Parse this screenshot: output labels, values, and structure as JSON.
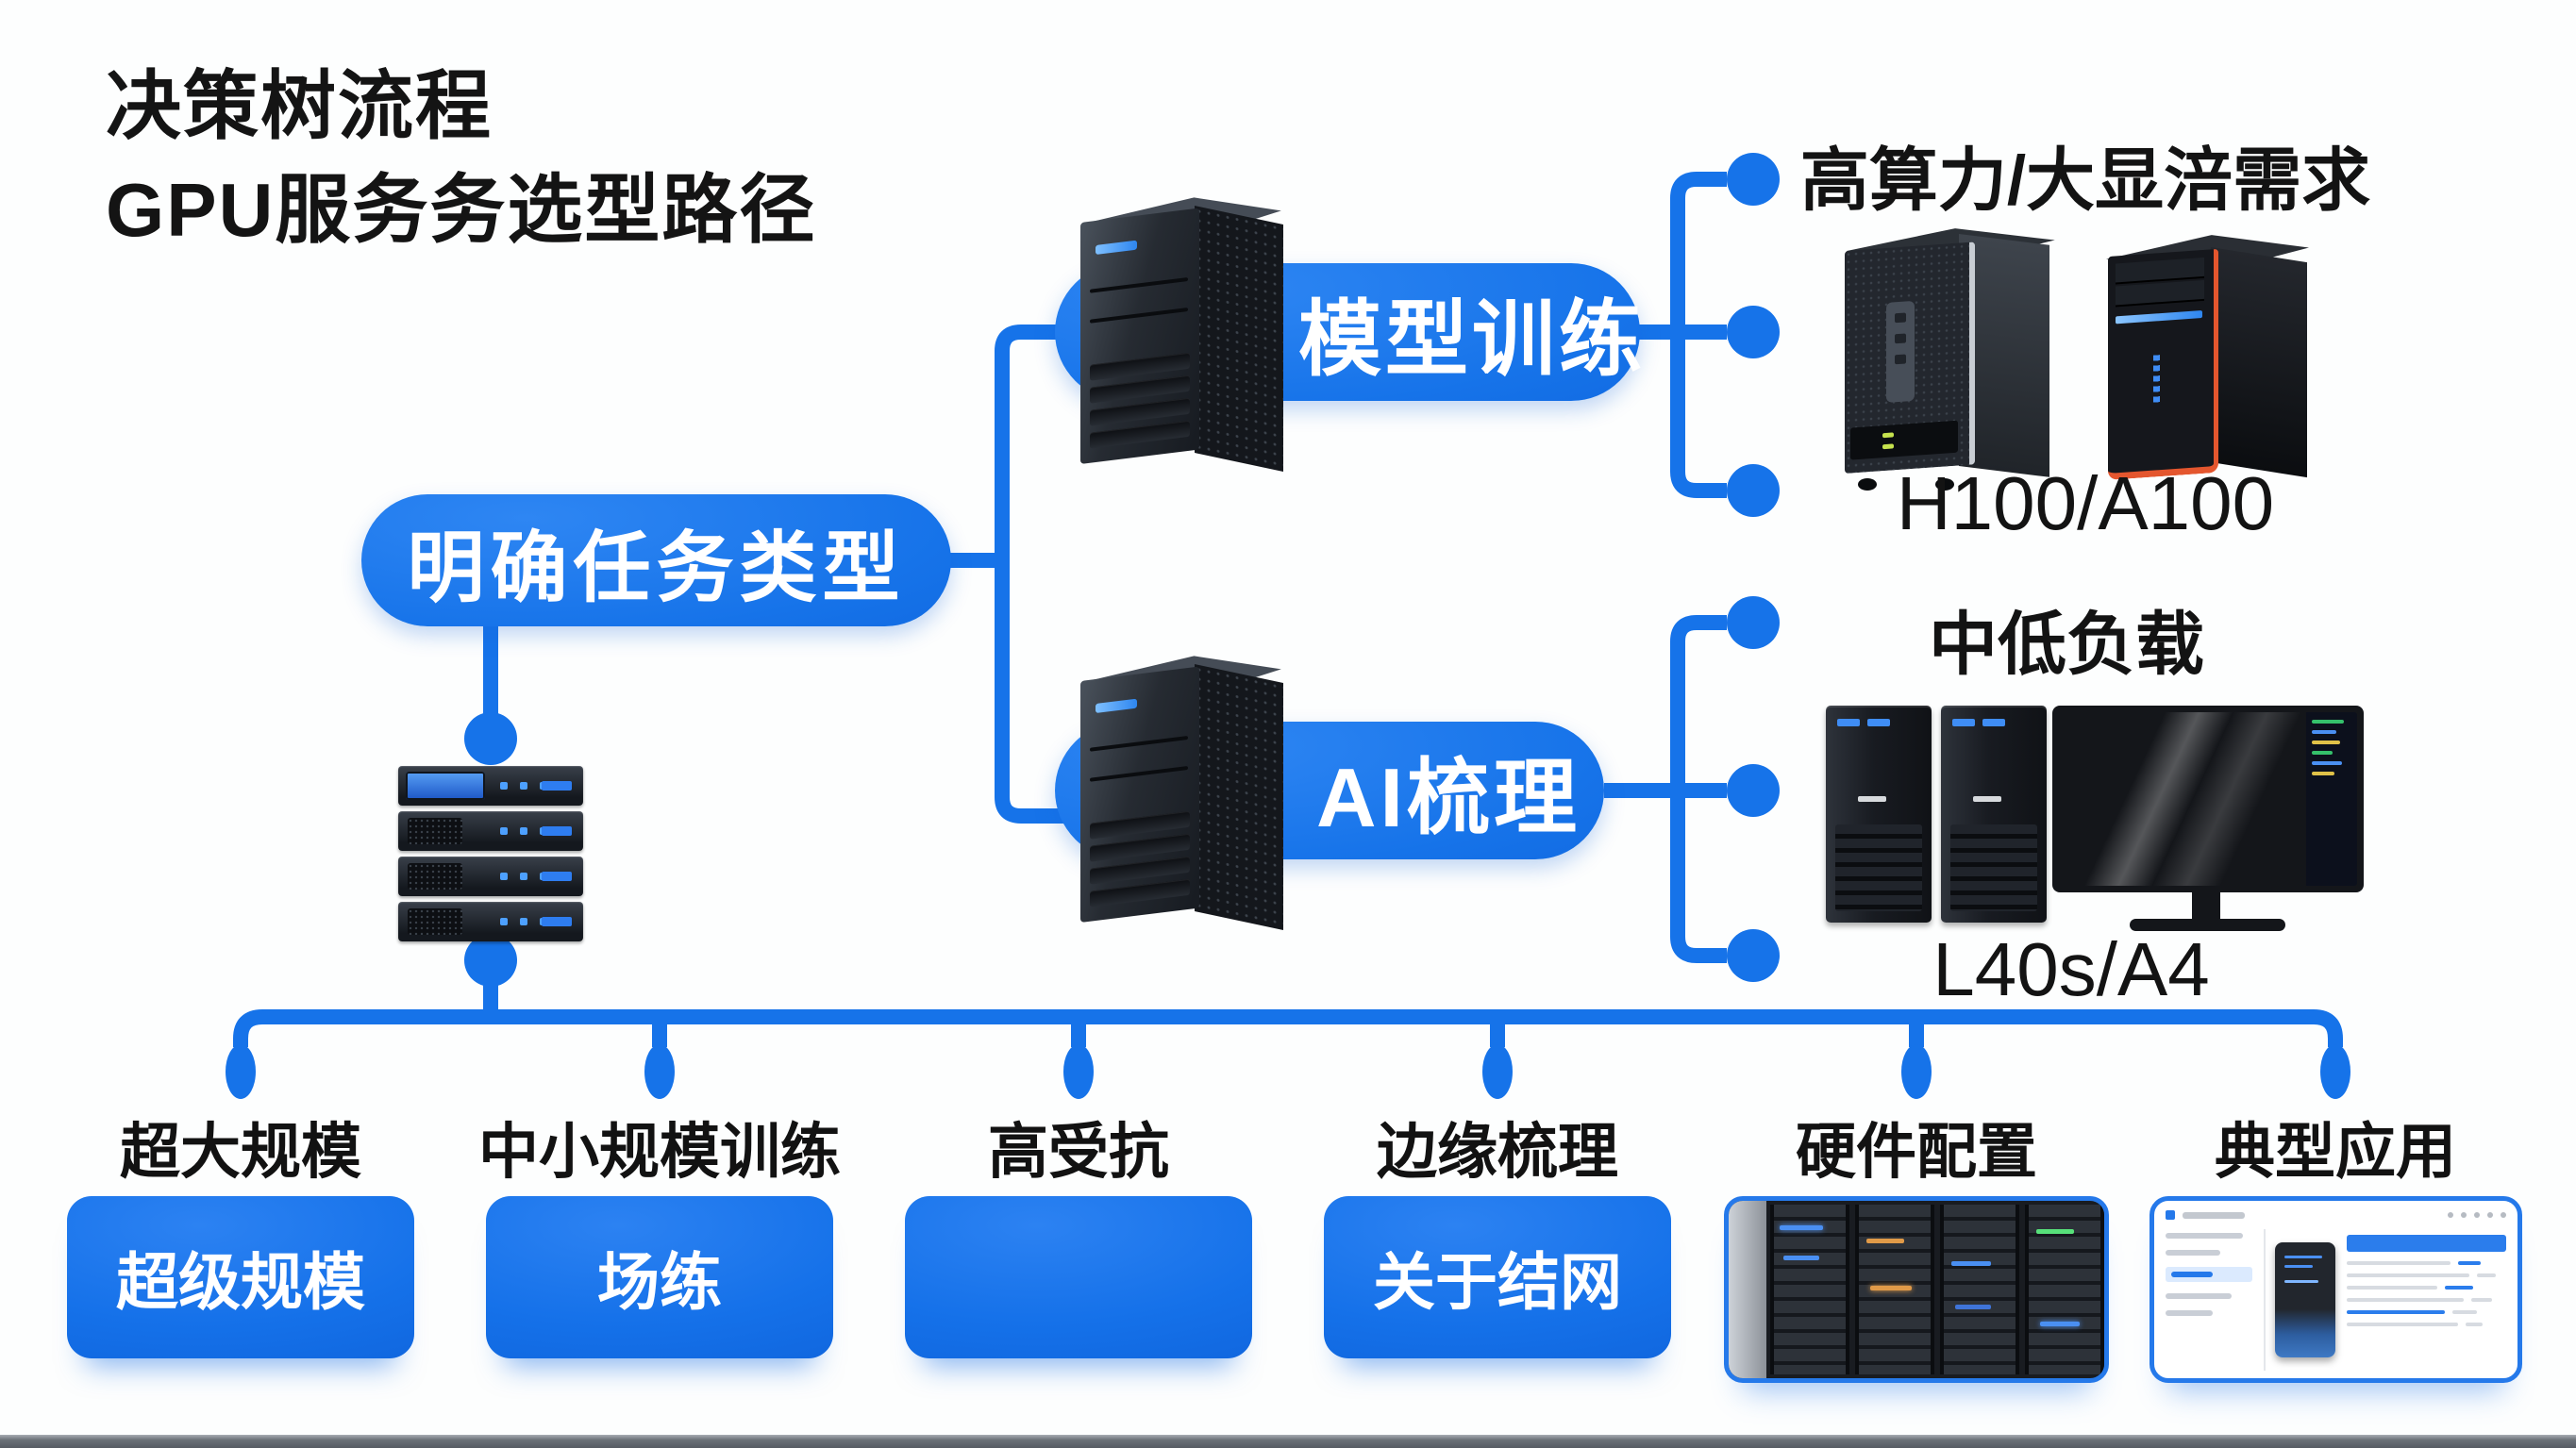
{
  "title": {
    "line1": "决策树流程",
    "line2": "GPU服务务选型路径"
  },
  "root": {
    "label": "明确任务类型"
  },
  "branches": [
    {
      "pill": "模型训练",
      "requirement": "高算力/大显涪需求",
      "models": "H100/A100"
    },
    {
      "pill": "AI梳理",
      "requirement": "中低负载",
      "models": "L40s/A4"
    }
  ],
  "columns": [
    {
      "label": "超大规模",
      "box": "超级规模"
    },
    {
      "label": "中小规模训练",
      "box": "场练"
    },
    {
      "label": "高受抗",
      "box": ""
    },
    {
      "label": "边缘梳理",
      "box": "关于结网"
    },
    {
      "label": "硬件配置",
      "image": "server-rack-room-photo"
    },
    {
      "label": "典型应用",
      "image": "management-software-screenshot"
    }
  ],
  "colors": {
    "accent": "#1673e9",
    "text": "#131313",
    "footer_bar": "#5f656d",
    "box_blue": "#1571e9"
  }
}
